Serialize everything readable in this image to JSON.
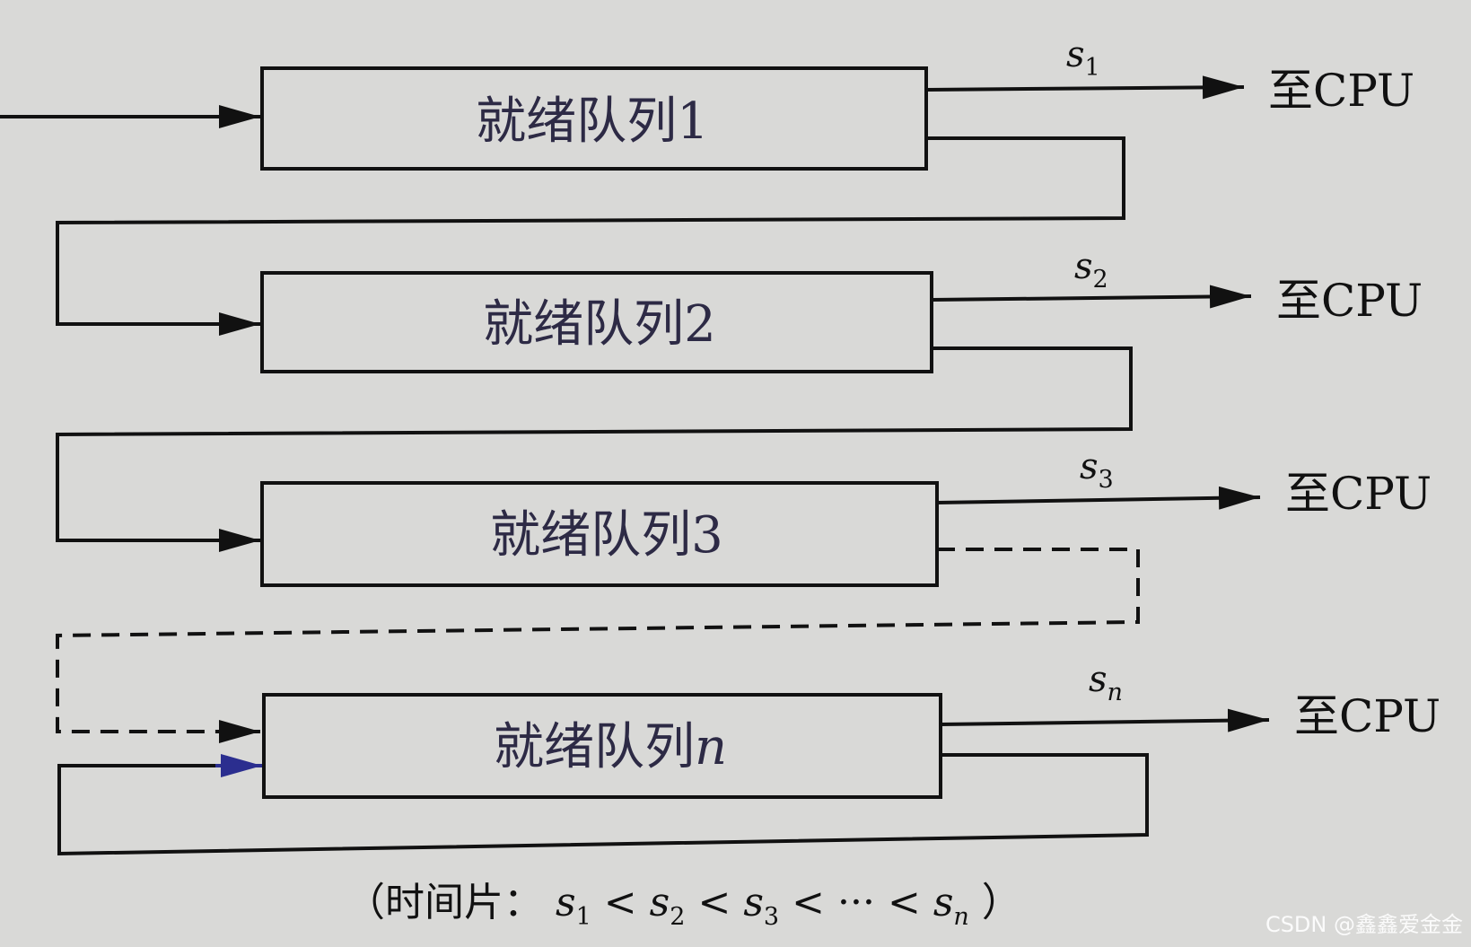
{
  "queues": [
    {
      "name": "就绪队列",
      "suffix": "1",
      "suffix_italic": false,
      "slice_letter": "s",
      "slice_sub": "1",
      "sub_italic": false,
      "output": "至CPU"
    },
    {
      "name": "就绪队列",
      "suffix": "2",
      "suffix_italic": false,
      "slice_letter": "s",
      "slice_sub": "2",
      "sub_italic": false,
      "output": "至CPU"
    },
    {
      "name": "就绪队列",
      "suffix": "3",
      "suffix_italic": false,
      "slice_letter": "s",
      "slice_sub": "3",
      "sub_italic": false,
      "output": "至CPU"
    },
    {
      "name": "就绪队列",
      "suffix": "n",
      "suffix_italic": true,
      "slice_letter": "s",
      "slice_sub": "n",
      "sub_italic": true,
      "output": "至CPU"
    }
  ],
  "caption": {
    "open": "（时间片：",
    "s": "s",
    "sub1": "1",
    "lt": "<",
    "sub2": "2",
    "sub3": "3",
    "dots": "···",
    "subn": "n",
    "close": "）"
  },
  "watermark": "CSDN @鑫鑫爱金金",
  "colors": {
    "background": "#d9d9d7",
    "line": "#111111",
    "queue_text": "#2d2a45",
    "loop_arrow": "#2b2e8f"
  }
}
